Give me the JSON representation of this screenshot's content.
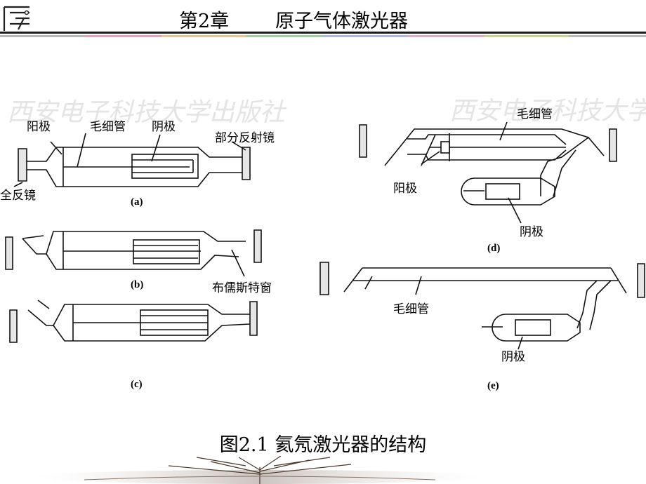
{
  "header": {
    "chapter": "第2章",
    "title": "原子气体激光器"
  },
  "figure": {
    "labels": {
      "anode": "阳极",
      "capillary": "毛细管",
      "cathode": "阴极",
      "partial_mirror": "部分反射镜",
      "total_mirror": "全反镜",
      "brewster_window": "布儒斯特窗"
    },
    "sublabels": [
      "(a)",
      "(b)",
      "(c)",
      "(d)",
      "(e)"
    ],
    "watermark": "西安电子科技大学出版社"
  },
  "caption": "图2.1  氦氖激光器的结构"
}
